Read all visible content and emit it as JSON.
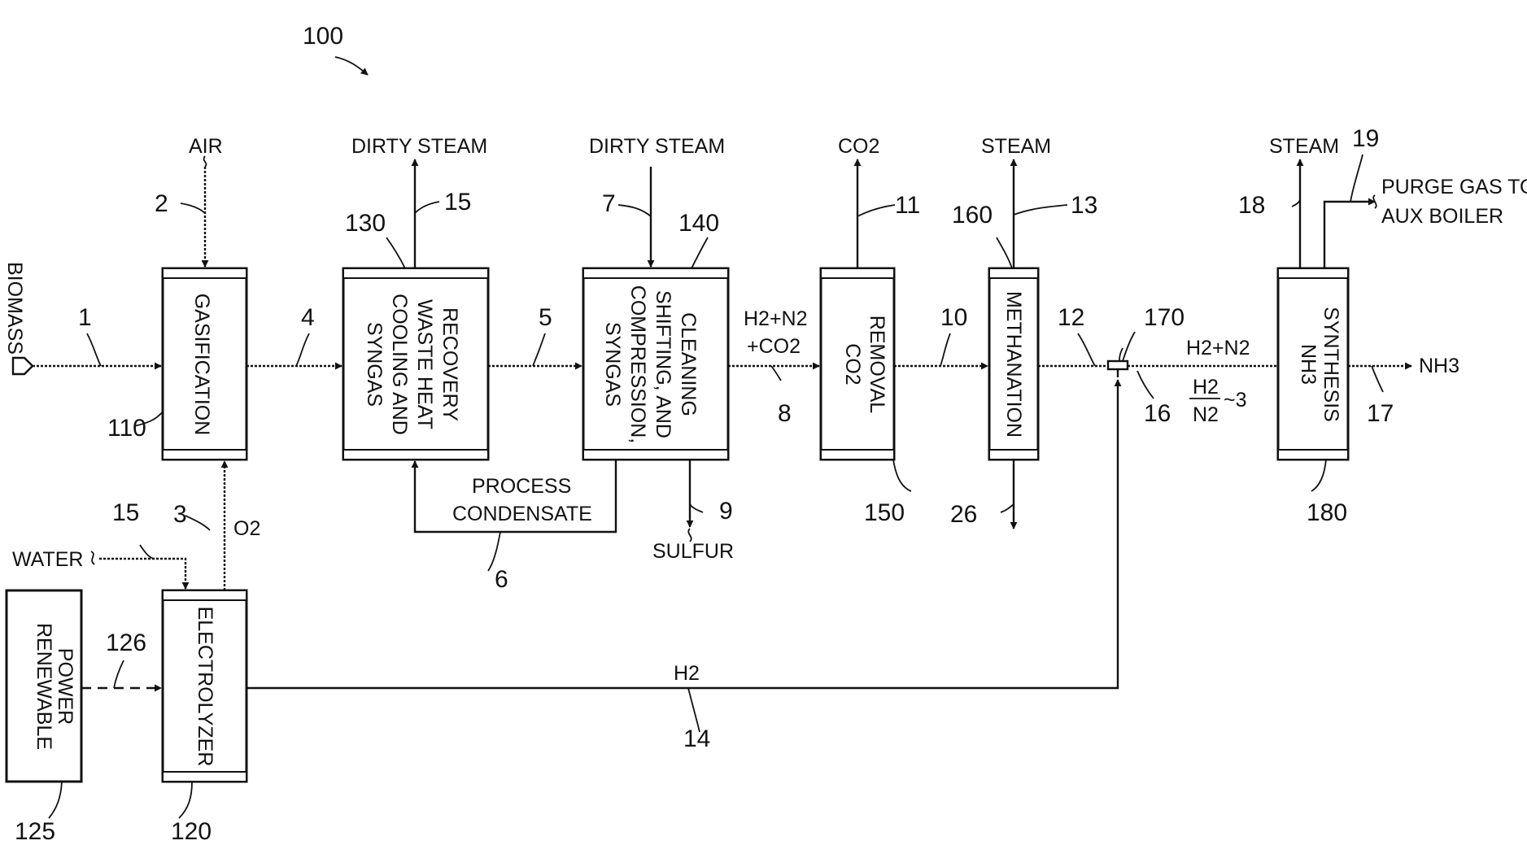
{
  "figure": {
    "ref": "100"
  },
  "units": {
    "gasification": {
      "label": "GASIFICATION",
      "ref": "110"
    },
    "electrolyzer": {
      "label": "ELECTROLYZER",
      "ref": "120"
    },
    "renewable_power": {
      "label_lines": [
        "RENEWABLE",
        "POWER"
      ],
      "ref": "125"
    },
    "syngas_cooling": {
      "label_lines": [
        "SYNGAS",
        "COOLING AND",
        "WASTE HEAT",
        "RECOVERY"
      ],
      "ref": "130"
    },
    "syngas_compression": {
      "label_lines": [
        "SYNGAS",
        "COMPRESSION,",
        "SHIFTING, AND",
        "CLEANING"
      ],
      "ref": "140"
    },
    "co2_removal": {
      "label_lines": [
        "CO2",
        "REMOVAL"
      ],
      "ref": "150"
    },
    "methanation": {
      "label": "METHANATION",
      "ref": "160"
    },
    "mixer": {
      "ref": "170"
    },
    "nh3_synthesis": {
      "label_lines": [
        "NH3",
        "SYNTHESIS"
      ],
      "ref": "180"
    }
  },
  "streams": {
    "biomass": {
      "label": "BIOMASS",
      "ref": "1"
    },
    "air": {
      "label": "AIR",
      "ref": "2"
    },
    "o2": {
      "label": "O2",
      "ref": "3"
    },
    "s4": {
      "ref": "4"
    },
    "s5": {
      "ref": "5"
    },
    "process_condensate": {
      "label_lines": [
        "PROCESS",
        "CONDENSATE"
      ],
      "ref": "6"
    },
    "dirty_steam_in": {
      "label": "DIRTY STEAM",
      "ref": "7"
    },
    "h2n2co2": {
      "label_lines": [
        "H2+N2",
        "+CO2"
      ],
      "ref": "8"
    },
    "sulfur": {
      "label": "SULFUR",
      "ref": "9"
    },
    "s10": {
      "ref": "10"
    },
    "co2": {
      "label": "CO2",
      "ref": "11"
    },
    "s12": {
      "ref": "12"
    },
    "steam_160": {
      "label": "STEAM",
      "ref": "13"
    },
    "h2": {
      "label": "H2",
      "ref": "14"
    },
    "dirty_steam_out": {
      "label": "DIRTY STEAM",
      "ref": "15"
    },
    "water": {
      "label": "WATER",
      "ref": "15"
    },
    "s16": {
      "ref": "16",
      "label": "H2+N2",
      "ratio_num": "H2",
      "ratio_den": "N2",
      "ratio_val": "~3"
    },
    "nh3": {
      "label": "NH3",
      "ref": "17"
    },
    "steam_180": {
      "label": "STEAM",
      "ref": "18"
    },
    "purge": {
      "label_lines": [
        "PURGE GAS TO",
        "AUX BOILER"
      ],
      "ref": "19"
    },
    "s26": {
      "ref": "26"
    },
    "power": {
      "ref": "126"
    }
  }
}
